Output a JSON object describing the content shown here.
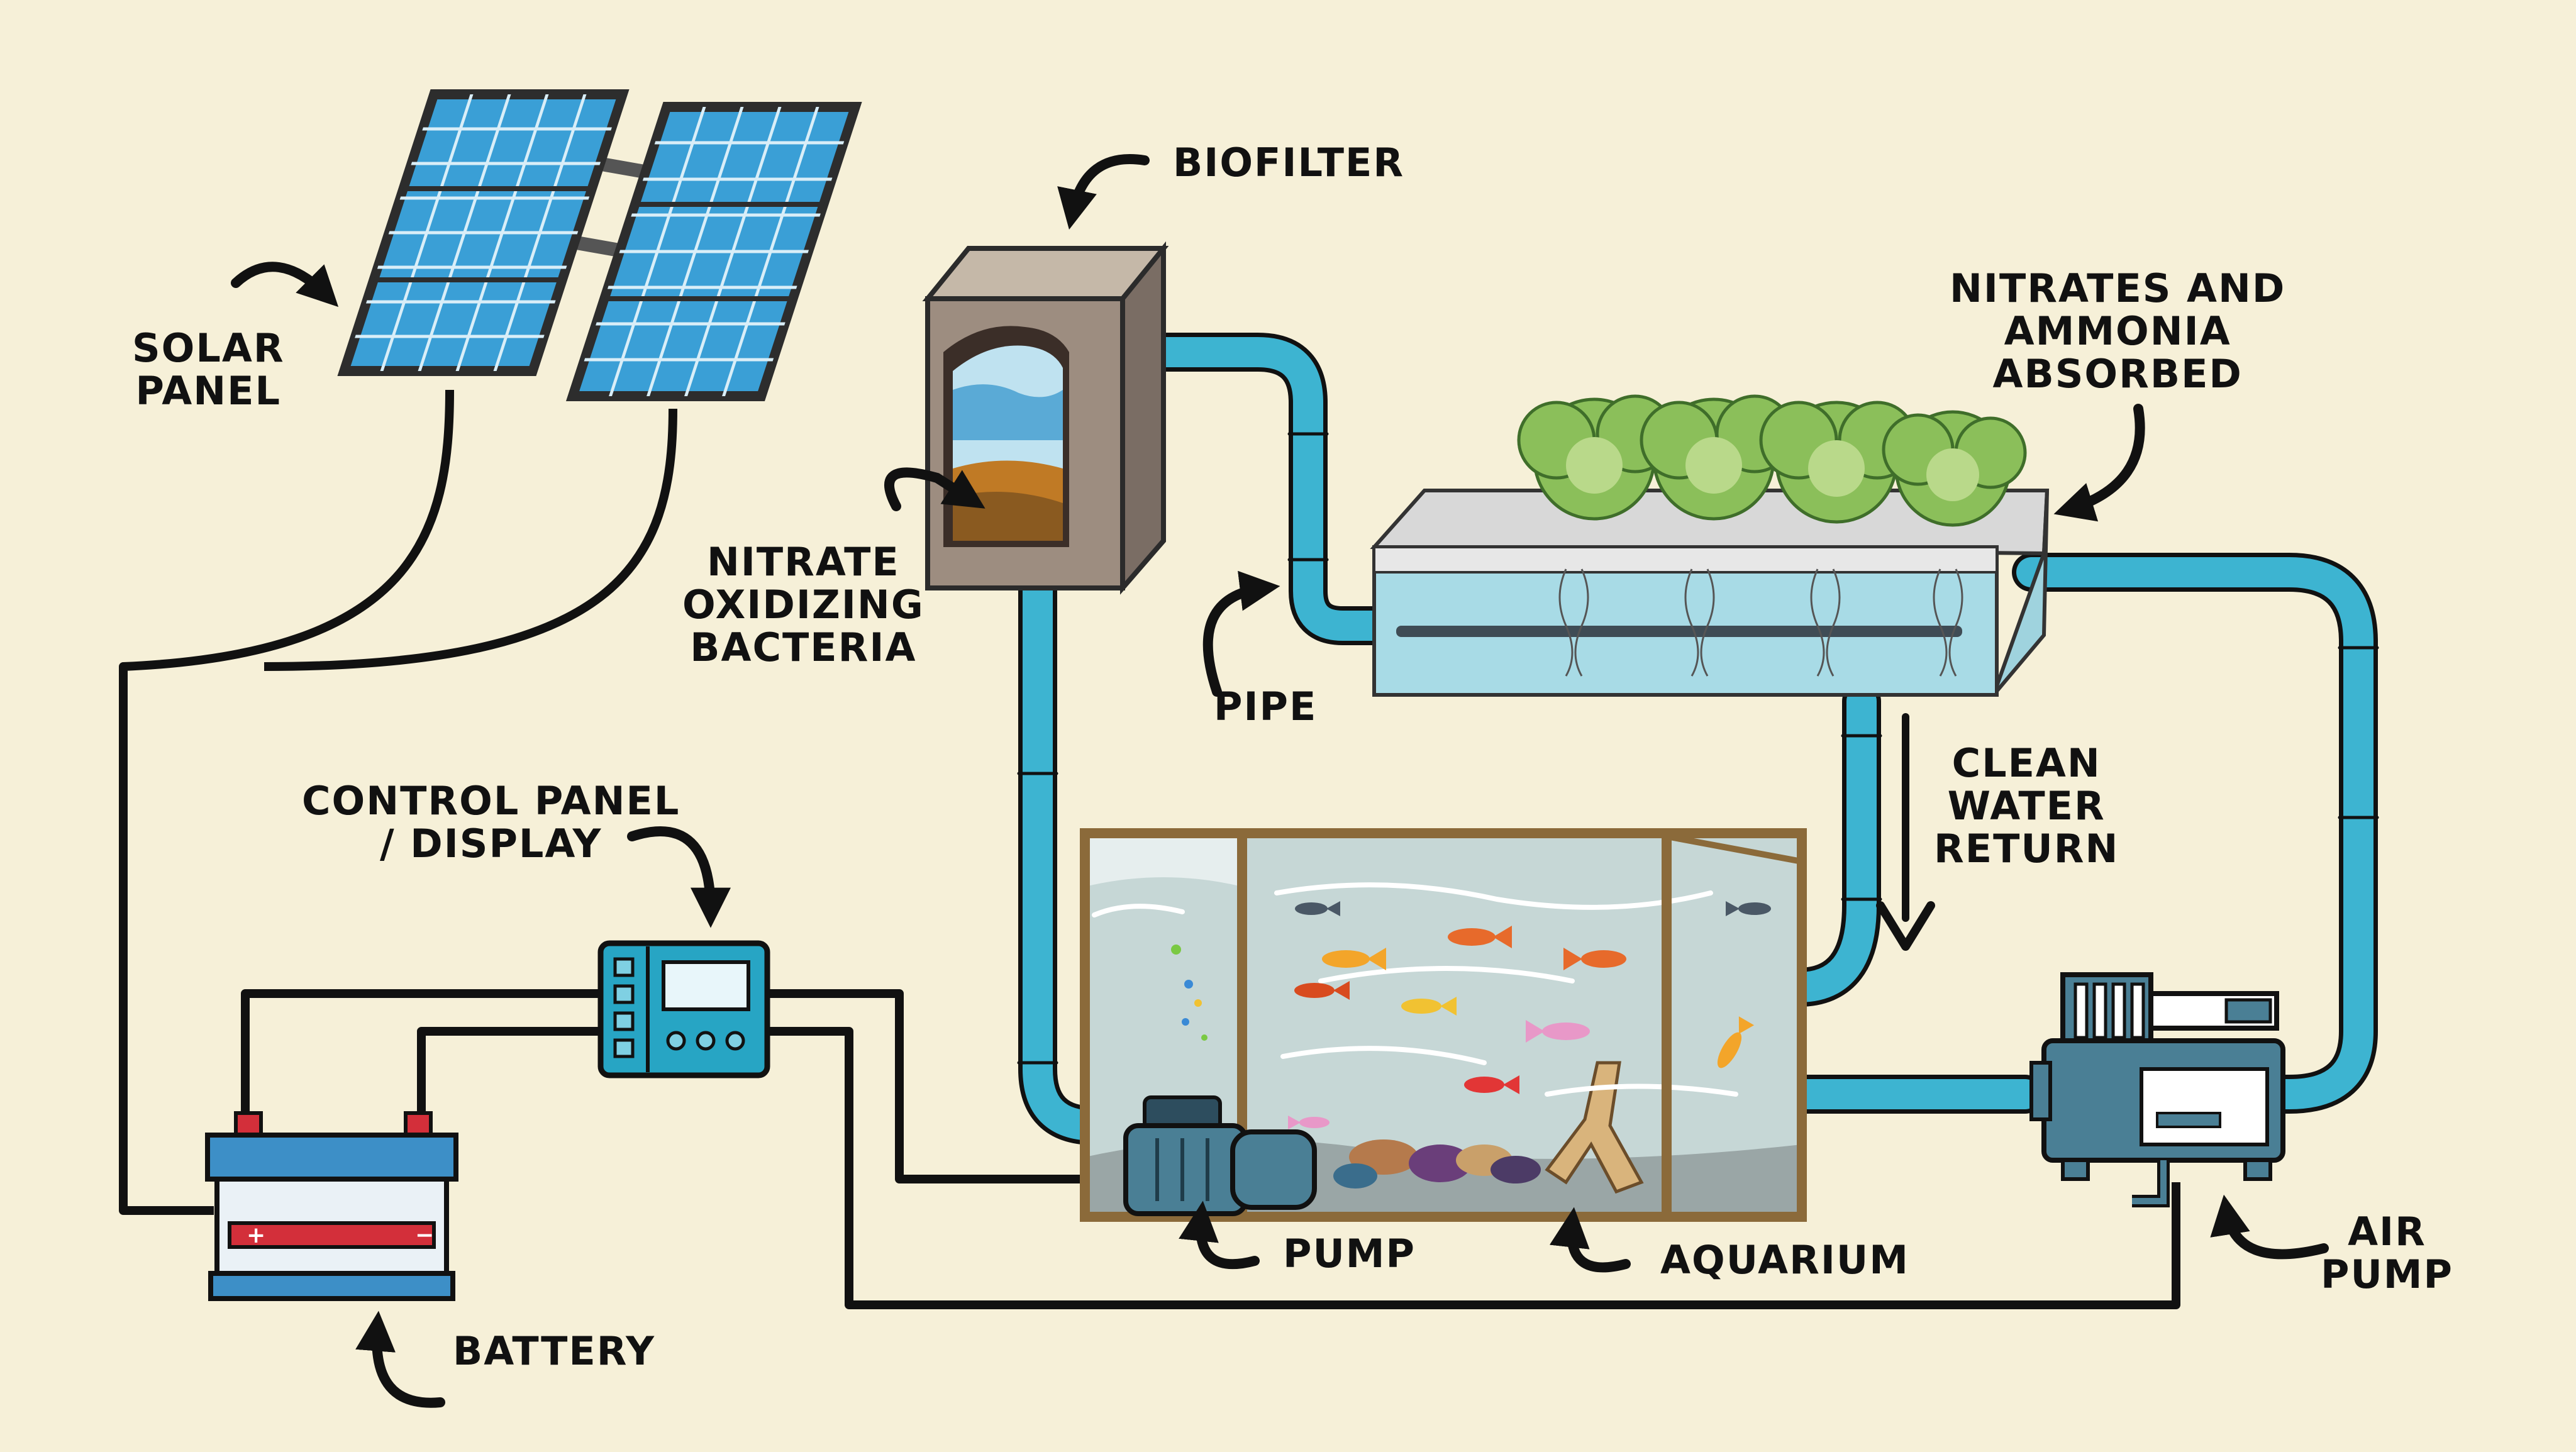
{
  "labels": {
    "solar_panel": [
      "SOLAR",
      "PANEL"
    ],
    "biofilter": "BIOFILTER",
    "nitrates_absorbed": [
      "NITRATES AND",
      "AMMONIA",
      "ABSORBED"
    ],
    "nitrate_bacteria": [
      "NITRATE",
      "OXIDIZING",
      "BACTERIA"
    ],
    "pipe": "PIPE",
    "clean_water_return": [
      "CLEAN",
      "WATER",
      "RETURN"
    ],
    "control_panel": [
      "CONTROL PANEL",
      "/ DISPLAY"
    ],
    "pump": "PUMP",
    "aquarium": "AQUARIUM",
    "air_pump": [
      "AIR",
      "PUMP"
    ],
    "battery": "BATTERY"
  },
  "colors": {
    "background": "#f6f0d8",
    "pipe": "#3db4d1",
    "wire": "#111111",
    "solar_cell": "#3a9fd6",
    "water": "#c9e6ea",
    "battery_body": "#eaf1f6",
    "battery_stripe": "#d32f3a",
    "control_panel": "#27a5c4",
    "pump_body": "#4a7f95",
    "lettuce": "#8bbf5a"
  },
  "icons": [
    "solar-panel-icon",
    "biofilter-icon",
    "grow-bed-icon",
    "aquarium-icon",
    "water-pump-icon",
    "air-pump-icon",
    "control-panel-icon",
    "battery-icon",
    "fish-icon",
    "arrow-icon"
  ]
}
